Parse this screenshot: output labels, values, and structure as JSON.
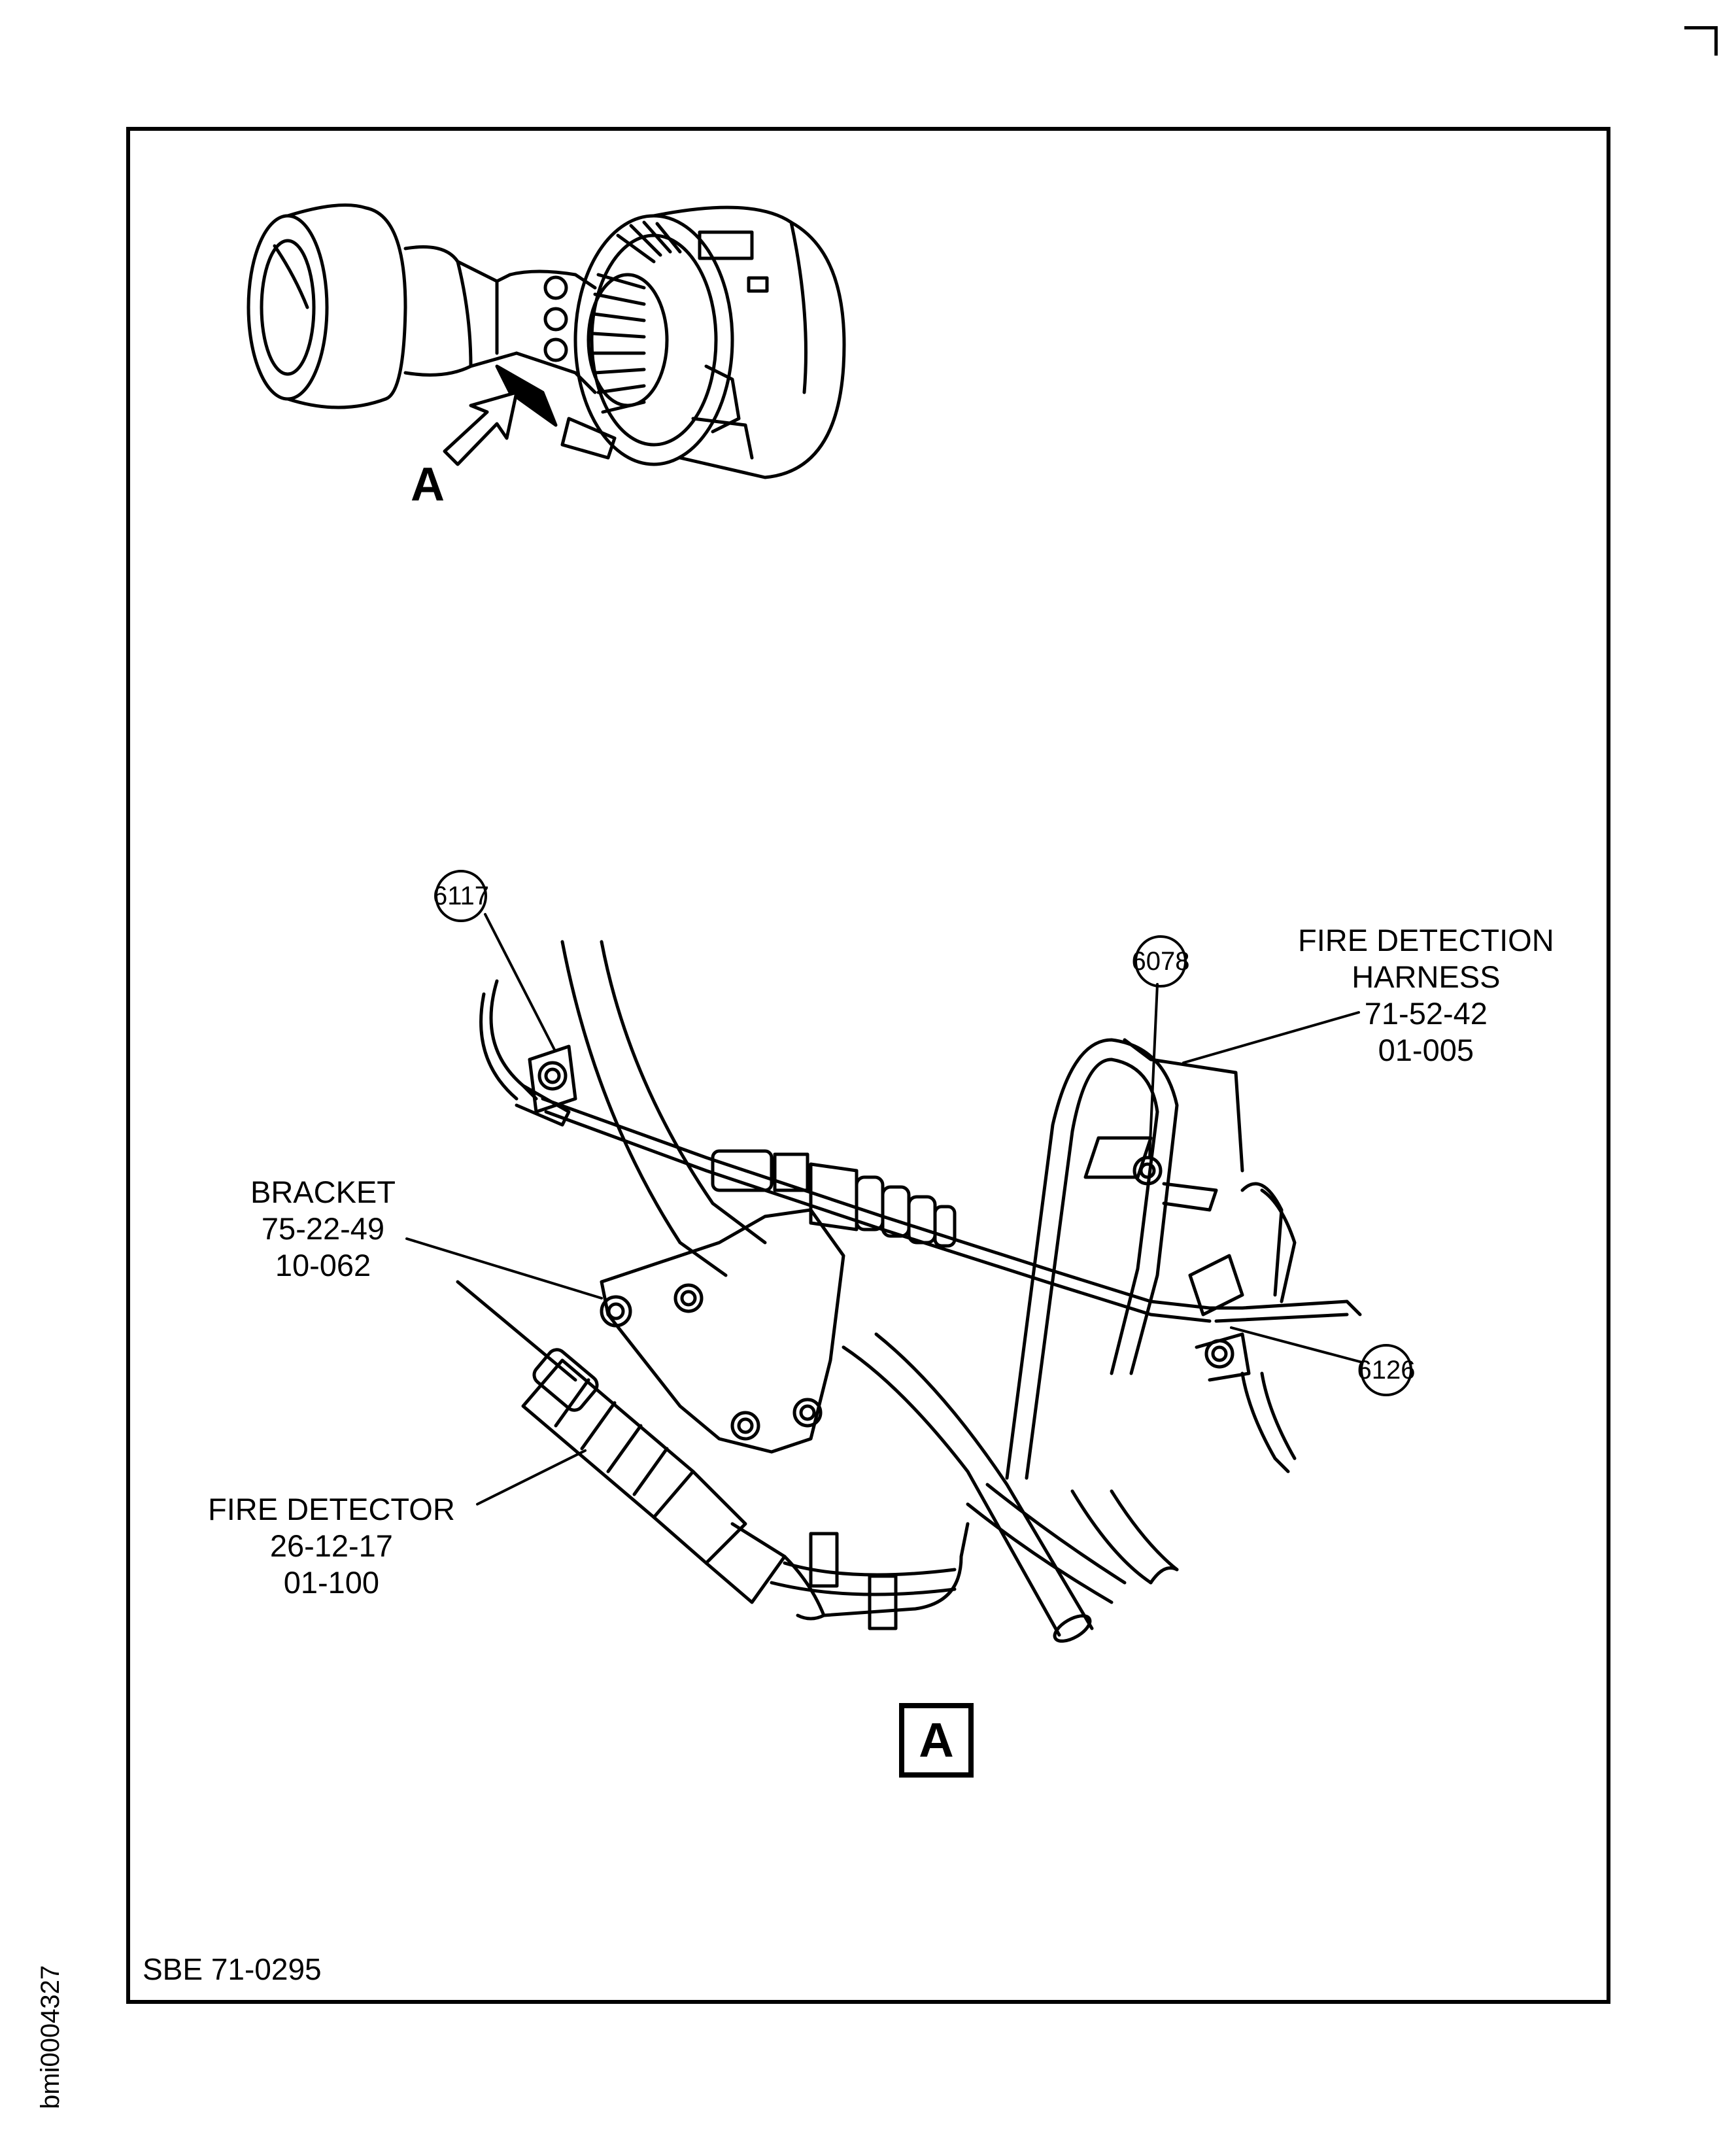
{
  "figure": {
    "reference": "SBE 71-0295",
    "image_id": "bmi0004327",
    "view_label": "A",
    "view_box_label": "A"
  },
  "callouts": {
    "fire_detection_harness": [
      "FIRE DETECTION",
      "HARNESS",
      "71-52-42",
      "01-005"
    ],
    "bracket": [
      "BRACKET",
      "75-22-49",
      "10-062"
    ],
    "fire_detector": [
      "FIRE DETECTOR",
      "26-12-17",
      "01-100"
    ]
  },
  "item_numbers": {
    "item_6117": "6117",
    "item_6078": "6078",
    "item_6126": "6126"
  }
}
